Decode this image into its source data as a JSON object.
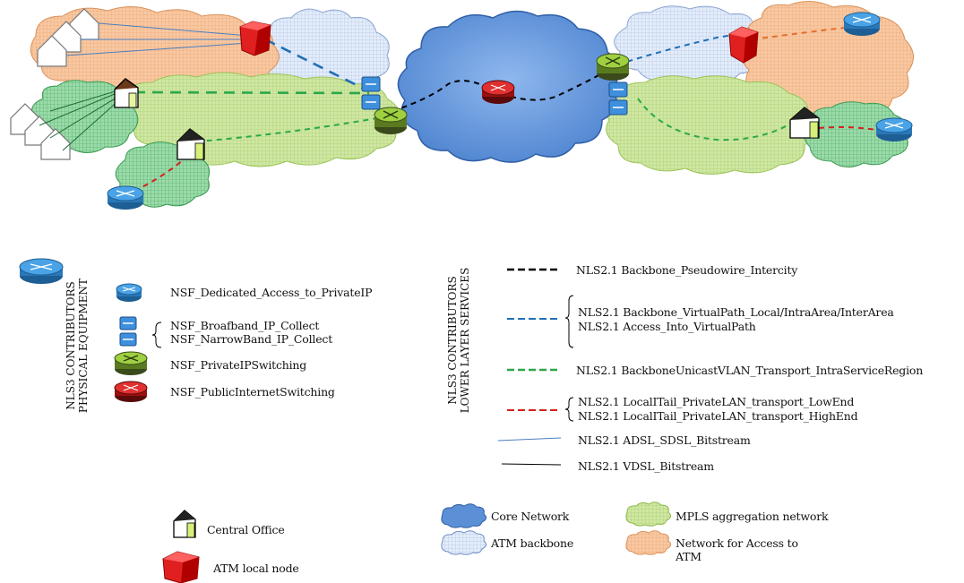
{
  "legend_equipment": {
    "side_title_line1": "NLS3 CONTRIBUTORS",
    "side_title_line2": "PHYSICAL EQUIPMENT",
    "items": [
      {
        "label": "NSF_Dedicated_Access_to_PrivateIP",
        "icon": "dedicated-access-router-icon"
      },
      {
        "label": "NSF_Broafband_IP_Collect",
        "icon": "atm-switch-icon"
      },
      {
        "label": "NSF_NarrowBand_IP_Collect",
        "icon": "atm-switch-icon"
      },
      {
        "label": "NSF_PrivateIPSwitching",
        "icon": "private-ip-router-icon"
      },
      {
        "label": "NSF_PublicInternetSwitching",
        "icon": "public-internet-router-icon"
      }
    ]
  },
  "legend_services": {
    "side_title_line1": "NLS3 CONTRIBUTORS",
    "side_title_line2": "LOWER LAYER SERVICES",
    "items": [
      {
        "label": "NLS2.1 Backbone_Pseudowire_Intercity",
        "color": "#000000",
        "style": "dashed"
      },
      {
        "label": "NLS2.1 Backbone_VirtualPath_Local/IntraArea/InterArea",
        "color": "#1f6fb5",
        "style": "dashed"
      },
      {
        "label": "NLS2.1 Access_Into_VirtualPath",
        "color": "#1f6fb5",
        "style": "dashed"
      },
      {
        "label": "NLS2.1 BackboneUnicastVLAN_Transport_IntraServiceRegion",
        "color": "#2aa84a",
        "style": "dashed"
      },
      {
        "label": "NLS2.1 LocalITail_PrivateLAN_transport_LowEnd",
        "color": "#d42020",
        "style": "dashed"
      },
      {
        "label": "NLS2.1 LocalITail_PrivateLAN_transport_HighEnd",
        "color": "#d42020",
        "style": "dashed"
      },
      {
        "label": "NLS2.1 ADSL_SDSL_Bitstream",
        "color": "#4a7fc0",
        "style": "solid"
      },
      {
        "label": "NLS2.1 VDSL_Bitstream",
        "color": "#000000",
        "style": "solid"
      }
    ]
  },
  "legend_nodes": [
    {
      "label": "Central Office",
      "icon": "central-office-icon"
    },
    {
      "label": "ATM local node",
      "icon": "atm-local-node-icon"
    }
  ],
  "legend_networks": [
    {
      "label": "Core Network",
      "color": "#5b8fd6"
    },
    {
      "label": "ATM backbone",
      "color": "#dbe6f7"
    },
    {
      "label": "MPLS aggregation network",
      "color": "#c9e29a"
    },
    {
      "label": "Network for Access to ATM",
      "color": "#f7c9a6"
    }
  ]
}
